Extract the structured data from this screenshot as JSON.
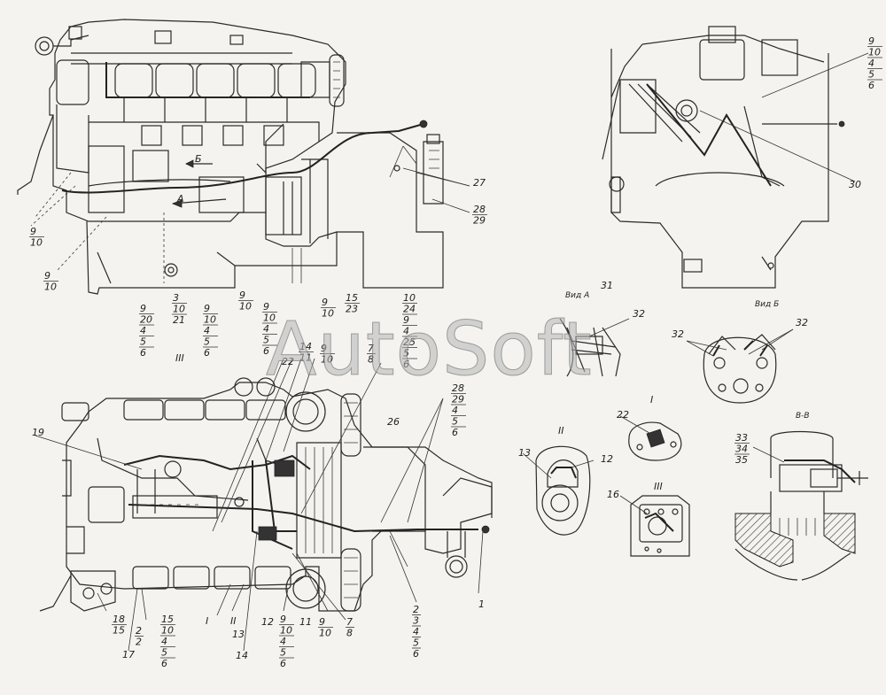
{
  "watermark": "AutoSoft",
  "view_titles": {
    "view_a": "Вид А",
    "view_b": "Вид Б",
    "section_bb": "В-В",
    "roman_i_detail": "I",
    "roman_ii_detail": "II",
    "roman_iii_detail": "III",
    "roman_iii_main": "III",
    "arrow_b": "Б",
    "arrow_a": "А"
  },
  "labels": [
    {
      "id": "l-9-10-left-a",
      "lines": [
        "9",
        "10"
      ]
    },
    {
      "id": "l-9-10-left-b",
      "lines": [
        "9",
        "10"
      ]
    },
    {
      "id": "l-9-10-bottom",
      "lines": [
        "9",
        "10"
      ]
    },
    {
      "id": "l-27",
      "lines": [
        "27"
      ]
    },
    {
      "id": "l-28-29",
      "lines": [
        "28",
        "29"
      ]
    },
    {
      "id": "l-9-10-4-5-6-topright",
      "lines": [
        "9",
        "10",
        "4",
        "5",
        "6"
      ]
    },
    {
      "id": "l-30",
      "lines": [
        "30"
      ]
    },
    {
      "id": "l-31",
      "lines": [
        "31"
      ]
    },
    {
      "id": "l-32-a",
      "lines": [
        "32"
      ]
    },
    {
      "id": "l-32-b1",
      "lines": [
        "32"
      ]
    },
    {
      "id": "l-32-b2",
      "lines": [
        "32"
      ]
    },
    {
      "id": "s1",
      "lines": [
        "9",
        "20",
        "4",
        "5",
        "6"
      ]
    },
    {
      "id": "s2",
      "lines": [
        "3",
        "10",
        "21"
      ]
    },
    {
      "id": "s3",
      "lines": [
        "9",
        "10",
        "4",
        "5",
        "6"
      ]
    },
    {
      "id": "s4",
      "lines": [
        "9",
        "10",
        "4",
        "5",
        "6"
      ]
    },
    {
      "id": "s5",
      "lines": [
        "14",
        "11"
      ]
    },
    {
      "id": "s6",
      "lines": [
        "22"
      ]
    },
    {
      "id": "s7",
      "lines": [
        "9",
        "10"
      ]
    },
    {
      "id": "s8",
      "lines": [
        "9",
        "10"
      ]
    },
    {
      "id": "s9",
      "lines": [
        "15",
        "23"
      ]
    },
    {
      "id": "s10",
      "lines": [
        "7",
        "8"
      ]
    },
    {
      "id": "s11",
      "lines": [
        "10",
        "24",
        "9",
        "4",
        "25",
        "5",
        "6"
      ]
    },
    {
      "id": "s12",
      "lines": [
        "28",
        "29",
        "4",
        "5",
        "6"
      ]
    },
    {
      "id": "s13",
      "lines": [
        "26"
      ]
    },
    {
      "id": "s14",
      "lines": [
        "19"
      ]
    },
    {
      "id": "s15",
      "lines": [
        "13"
      ]
    },
    {
      "id": "s16",
      "lines": [
        "12"
      ]
    },
    {
      "id": "s17",
      "lines": [
        "22"
      ]
    },
    {
      "id": "s18",
      "lines": [
        "16"
      ]
    },
    {
      "id": "s19",
      "lines": [
        "33",
        "34",
        "35"
      ]
    },
    {
      "id": "b1",
      "lines": [
        "18",
        "15"
      ]
    },
    {
      "id": "b2",
      "lines": [
        "17"
      ]
    },
    {
      "id": "b3",
      "lines": [
        "2",
        "2"
      ]
    },
    {
      "id": "b4",
      "lines": [
        "15",
        "10",
        "4",
        "5",
        "6"
      ]
    },
    {
      "id": "b5",
      "lines": [
        "I"
      ]
    },
    {
      "id": "b6",
      "lines": [
        "II"
      ]
    },
    {
      "id": "b7",
      "lines": [
        "13"
      ]
    },
    {
      "id": "b8",
      "lines": [
        "14"
      ]
    },
    {
      "id": "b9",
      "lines": [
        "12"
      ]
    },
    {
      "id": "b10",
      "lines": [
        "9",
        "10",
        "4",
        "5",
        "6"
      ]
    },
    {
      "id": "b11",
      "lines": [
        "11"
      ]
    },
    {
      "id": "b12",
      "lines": [
        "9",
        "10"
      ]
    },
    {
      "id": "b13",
      "lines": [
        "7",
        "8"
      ]
    },
    {
      "id": "b14",
      "lines": [
        "2",
        "3",
        "4",
        "5",
        "6"
      ]
    },
    {
      "id": "b15",
      "lines": [
        "1"
      ]
    }
  ]
}
